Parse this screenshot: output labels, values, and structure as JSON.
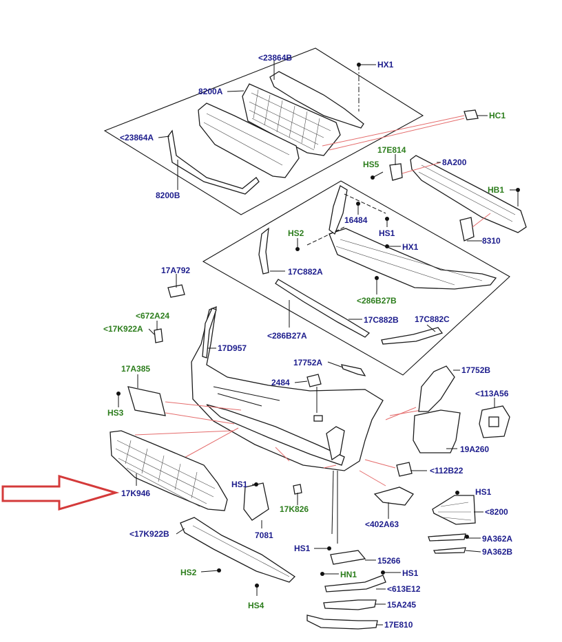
{
  "labels": {
    "l23864B": "<23864B",
    "lHX1a": "HX1",
    "l8200A": "8200A",
    "lHC1": "HC1",
    "l23864A": "<23864A",
    "l8200B": "8200B",
    "l17E814": "17E814",
    "lHS5": "HS5",
    "l8A200": "8A200",
    "lHB1": "HB1",
    "l8310": "8310",
    "l16484": "16484",
    "lHS2a": "HS2",
    "lHS1a": "HS1",
    "lHX1b": "HX1",
    "l17C882A": "17C882A",
    "l286B27B": "<286B27B",
    "l17A792": "17A792",
    "l17C882B": "17C882B",
    "l17C882C": "17C882C",
    "l672A24": "<672A24",
    "l17K922A": "<17K922A",
    "l286B27A": "<286B27A",
    "l17D957": "17D957",
    "l17752A": "17752A",
    "l17752B": "17752B",
    "l17A385": "17A385",
    "l2484": "2484",
    "l113A56": "<113A56",
    "lHS3": "HS3",
    "l19A260": "19A260",
    "l112B22": "<112B22",
    "l17K946": "17K946",
    "lHS1b": "HS1",
    "lHS1c": "HS1",
    "l17K826": "17K826",
    "l8200": "<8200",
    "l402A63": "<402A63",
    "l7081": "7081",
    "l17K922B": "<17K922B",
    "l9A362A": "9A362A",
    "l9A362B": "9A362B",
    "lHS1d": "HS1",
    "l15266": "15266",
    "lHS2b": "HS2",
    "lHN1": "HN1",
    "lHS1e": "HS1",
    "l613E12": "<613E12",
    "l15A245": "15A245",
    "lHS4": "HS4",
    "l17E810": "17E810"
  }
}
